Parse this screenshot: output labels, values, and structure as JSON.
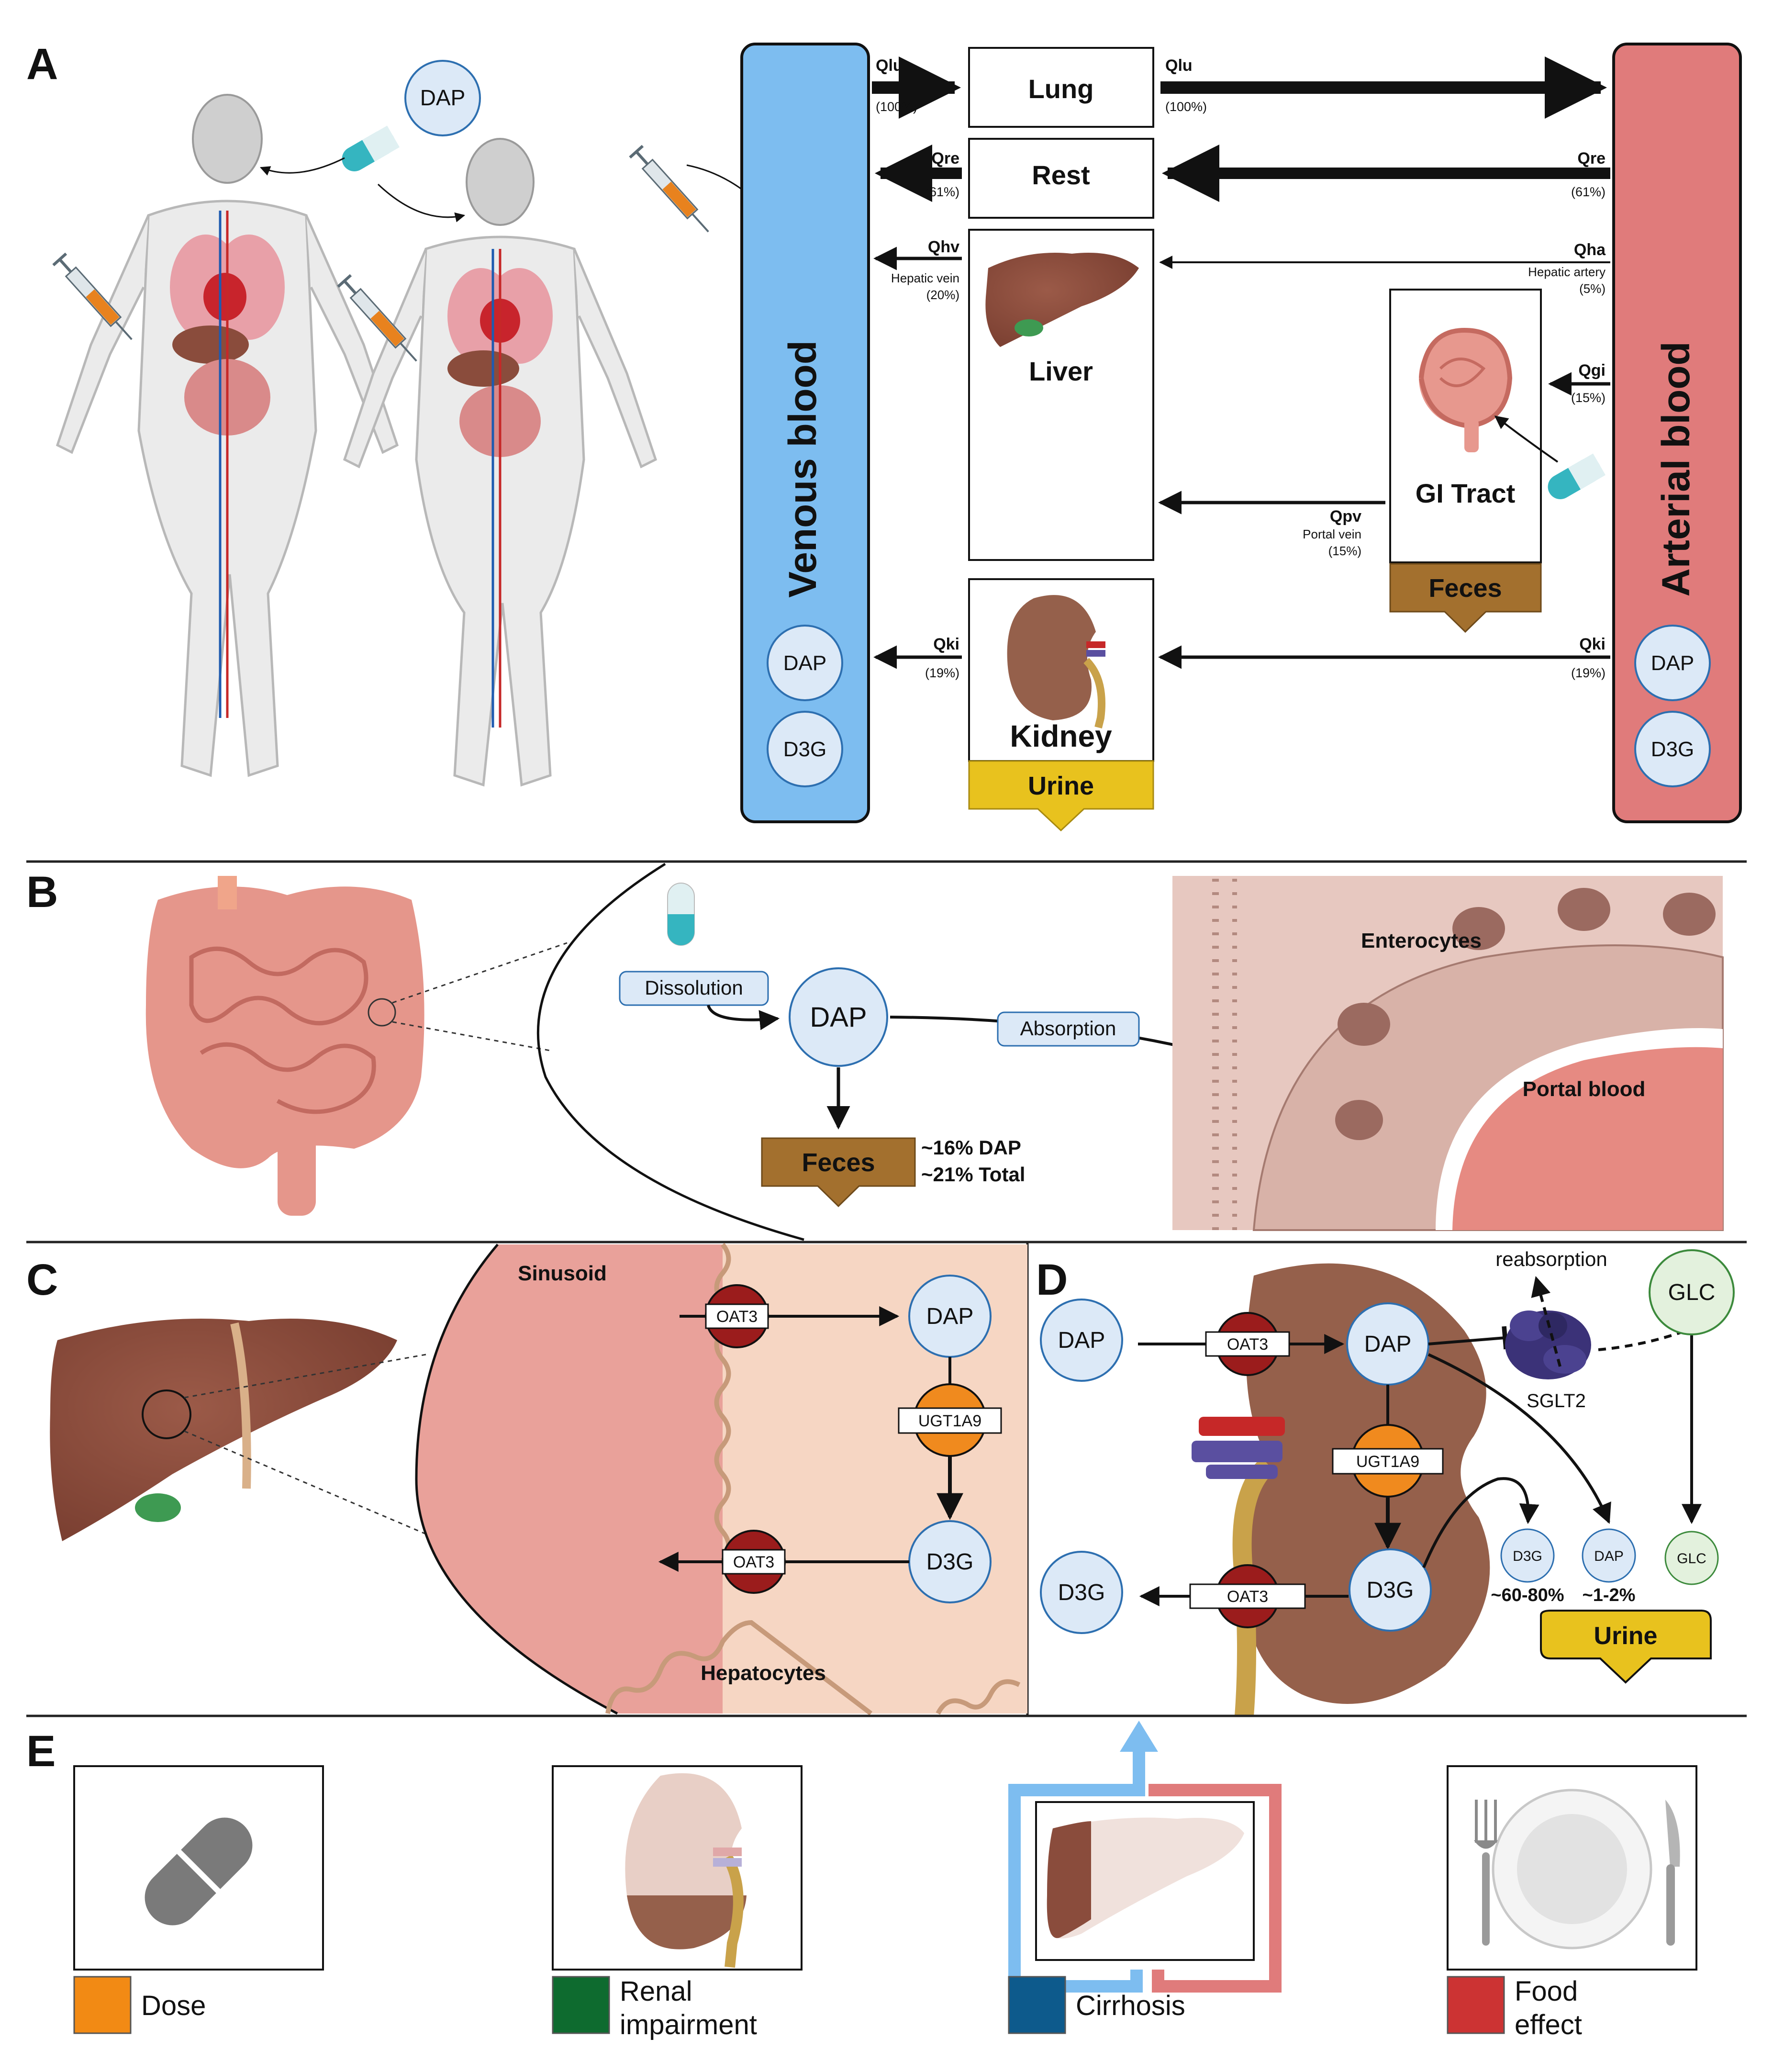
{
  "panels": {
    "a": "A",
    "b": "B",
    "c": "C",
    "d": "D",
    "e": "E"
  },
  "panel_a": {
    "dap_badge": "DAP",
    "venous_label": "Venous blood",
    "arterial_label": "Arterial blood",
    "compartments": {
      "lung": "Lung",
      "rest": "Rest",
      "liver": "Liver",
      "gi": "GI Tract",
      "kidney": "Kidney"
    },
    "outputs": {
      "urine": "Urine",
      "feces": "Feces"
    },
    "venous_circles": [
      "DAP",
      "D3G"
    ],
    "arterial_circles": [
      "DAP",
      "D3G"
    ],
    "flows": {
      "qlu_v": {
        "label": "Qlu",
        "pct": "(100%)"
      },
      "qlu_a": {
        "label": "Qlu",
        "pct": "(100%)"
      },
      "qre_v": {
        "label": "Qre",
        "pct": "(61%)"
      },
      "qre_a": {
        "label": "Qre",
        "pct": "(61%)"
      },
      "qhv": {
        "label": "Qhv",
        "sub": "Hepatic vein",
        "pct": "(20%)"
      },
      "qha": {
        "label": "Qha",
        "sub": "Hepatic artery",
        "pct": "(5%)"
      },
      "qgi": {
        "label": "Qgi",
        "pct": "(15%)"
      },
      "qpv": {
        "label": "Qpv",
        "sub": "Portal vein",
        "pct": "(15%)"
      },
      "qki_v": {
        "label": "Qki",
        "pct": "(19%)"
      },
      "qki_a": {
        "label": "Qki",
        "pct": "(19%)"
      }
    }
  },
  "panel_b": {
    "dissolution": "Dissolution",
    "dap": "DAP",
    "absorption": "Absorption",
    "feces": "Feces",
    "feces_line1": "~16% DAP",
    "feces_line2": "~21% Total",
    "enterocytes": "Enterocytes",
    "portal_blood": "Portal blood"
  },
  "panel_c": {
    "sinusoid": "Sinusoid",
    "hepatocytes": "Hepatocytes",
    "oat3_in": "OAT3",
    "oat3_out": "OAT3",
    "ugt": "UGT1A9",
    "dap": "DAP",
    "d3g": "D3G"
  },
  "panel_d": {
    "dap_in": "DAP",
    "oat3_in": "OAT3",
    "dap": "DAP",
    "reabsorption": "reabsorption",
    "sglt2": "SGLT2",
    "glc": "GLC",
    "ugt": "UGT1A9",
    "d3g": "D3G",
    "d3g_out": "D3G",
    "oat3_out": "OAT3",
    "urine_d3g": "D3G",
    "urine_dap": "DAP",
    "urine_glc": "GLC",
    "pct_d3g": "~60-80%",
    "pct_dap": "~1-2%",
    "urine": "Urine"
  },
  "panel_e": {
    "items": [
      {
        "label": "Dose",
        "color": "#f28a14"
      },
      {
        "label1": "Renal",
        "label2": "impairment",
        "color": "#0e6b2f"
      },
      {
        "label": "Cirrhosis",
        "color": "#0d5a8c"
      },
      {
        "label1": "Food",
        "label2": "effect",
        "color": "#cc3333"
      }
    ]
  },
  "colors": {
    "venous": "#7dbdf0",
    "arterial": "#e07b7b",
    "feces": "#a3702e",
    "urine": "#e8c21e",
    "oat3": "#9b1c1c",
    "ugt": "#f08a1e",
    "circle_fill": "#dce9f7",
    "circle_stroke": "#2d6fb0",
    "liver": "#8a4c3c",
    "sinusoid": "#e9a19a",
    "hepatocyte": "#f6d6c3"
  }
}
